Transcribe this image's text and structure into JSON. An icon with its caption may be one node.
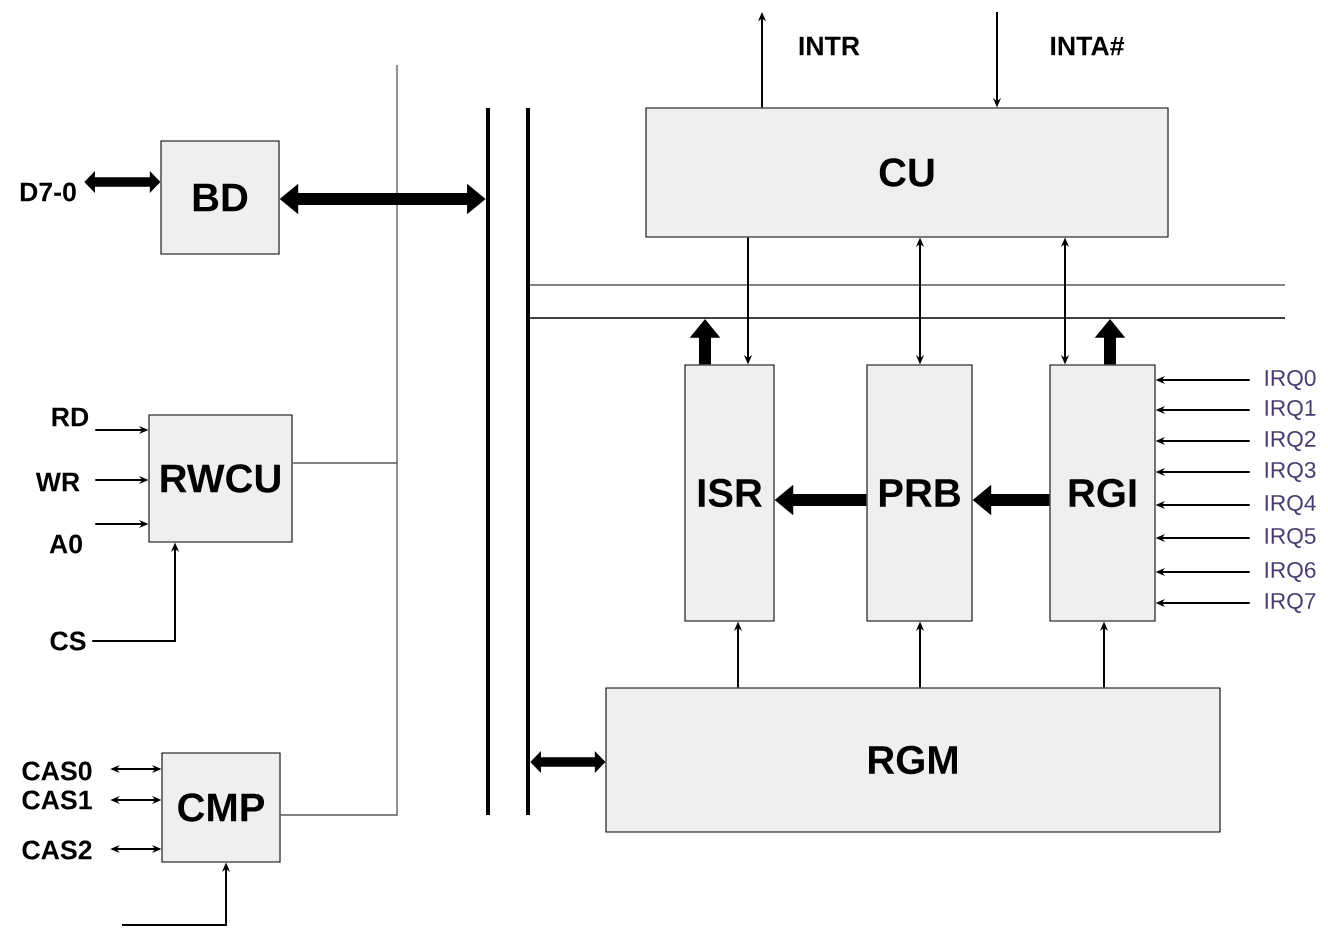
{
  "diagram": {
    "nodes": [
      {
        "text": [
          "BD"
        ]
      },
      {
        "text": [
          "RWCU"
        ]
      },
      {
        "text": [
          "CMP"
        ]
      },
      {
        "text": [
          "CU"
        ]
      },
      {
        "text": [
          "ISR"
        ]
      },
      {
        "text": [
          "PRB"
        ]
      },
      {
        "text": [
          "RGI"
        ]
      },
      {
        "text": [
          "RGM"
        ]
      },
      {
        "text": [],
        "shape": "bar"
      },
      {
        "text": [],
        "shape": "bar"
      },
      {
        "text": [
          "D7-0"
        ]
      },
      {
        "text": [
          "RD"
        ]
      },
      {
        "text": [
          "WR"
        ]
      },
      {
        "text": [
          "A0"
        ]
      },
      {
        "text": [
          "CS"
        ]
      },
      {
        "text": [
          "CAS0"
        ]
      },
      {
        "text": [
          "CAS1"
        ]
      },
      {
        "text": [
          "CAS2"
        ]
      },
      {
        "text": [
          "IRQ0"
        ]
      },
      {
        "text": [
          "IRQ1"
        ]
      },
      {
        "text": [
          "IRQ2"
        ]
      },
      {
        "text": [
          "IRQ3"
        ]
      },
      {
        "text": [
          "IRQ4"
        ]
      },
      {
        "text": [
          "IRQ5"
        ]
      },
      {
        "text": [
          "IRQ6"
        ]
      },
      {
        "text": [
          "IRQ7"
        ]
      }
    ],
    "edges": [
      {
        "from": 10,
        "to": 0,
        "arrow": "both",
        "style": "thick"
      },
      {
        "from": 0,
        "to": 8,
        "arrow": "both",
        "style": "thick"
      },
      {
        "from": 1,
        "to": 2,
        "arrow": "none"
      },
      {
        "from": 11,
        "to": 1,
        "arrow": "to"
      },
      {
        "from": 12,
        "to": 1,
        "arrow": "to"
      },
      {
        "from": 13,
        "to": 1,
        "arrow": "to"
      },
      {
        "from": 14,
        "to": 1,
        "arrow": "to"
      },
      {
        "from": 15,
        "to": 2,
        "arrow": "both"
      },
      {
        "from": 16,
        "to": 2,
        "arrow": "both"
      },
      {
        "from": 17,
        "to": 2,
        "arrow": "both"
      },
      {
        "from": null,
        "to": 2,
        "arrow": "to"
      },
      {
        "from": 3,
        "to": null,
        "arrow": "to"
      },
      {
        "from": null,
        "to": 3,
        "arrow": "to"
      },
      {
        "from": 3,
        "to": 4,
        "arrow": "to"
      },
      {
        "from": 3,
        "to": 5,
        "arrow": "both"
      },
      {
        "from": 3,
        "to": 6,
        "arrow": "both"
      },
      {
        "from": 4,
        "to": null,
        "arrow": "to",
        "style": "thick"
      },
      {
        "from": 6,
        "to": null,
        "arrow": "to",
        "style": "thick"
      },
      {
        "from": 5,
        "to": 4,
        "arrow": "to",
        "style": "thick"
      },
      {
        "from": 6,
        "to": 5,
        "arrow": "to",
        "style": "thick"
      },
      {
        "from": 7,
        "to": 4,
        "arrow": "to"
      },
      {
        "from": 7,
        "to": 5,
        "arrow": "to"
      },
      {
        "from": 7,
        "to": 6,
        "arrow": "to"
      },
      {
        "from": 9,
        "to": 7,
        "arrow": "both",
        "style": "thick"
      },
      {
        "from": 18,
        "to": 6,
        "arrow": "to"
      },
      {
        "from": 19,
        "to": 6,
        "arrow": "to"
      },
      {
        "from": 20,
        "to": 6,
        "arrow": "to"
      },
      {
        "from": 21,
        "to": 6,
        "arrow": "to"
      },
      {
        "from": 22,
        "to": 6,
        "arrow": "to"
      },
      {
        "from": 23,
        "to": 6,
        "arrow": "to"
      },
      {
        "from": 24,
        "to": 6,
        "arrow": "to"
      },
      {
        "from": 25,
        "to": 6,
        "arrow": "to"
      }
    ],
    "labels": [
      "INTR",
      "INTA#"
    ]
  }
}
